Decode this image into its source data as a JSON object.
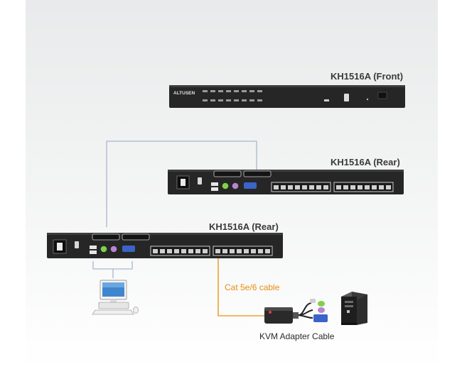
{
  "labels": {
    "front": "KH1516A (Front)",
    "rear_top": "KH1516A (Rear)",
    "rear_bottom": "KH1516A (Rear)",
    "cable": "Cat 5e/6 cable",
    "adapter": "KVM Adapter Cable"
  },
  "brand": "ALTUSEN",
  "colors": {
    "device_body": "#262626",
    "link_line": "#a8b7cf",
    "cable_line": "#f0a132",
    "cable_text": "#e88d12"
  }
}
